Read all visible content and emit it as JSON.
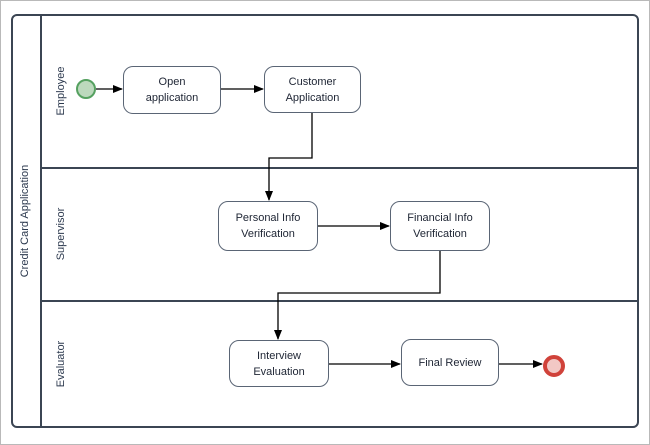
{
  "diagram": {
    "pool_title": "Credit Card Application",
    "lanes": [
      {
        "label": "Employee"
      },
      {
        "label": "Supervisor"
      },
      {
        "label": "Evaluator"
      }
    ],
    "tasks": {
      "open_application": "Open application",
      "customer_application": "Customer Application",
      "personal_info_verification": "Personal Info Verification",
      "financial_info_verification": "Financial Info Verification",
      "interview_evaluation": "Interview Evaluation",
      "final_review": "Final Review"
    },
    "events": {
      "start": "start-event",
      "end": "end-event"
    },
    "colors": {
      "pool_border": "#3b4553",
      "task_border": "#5a6575",
      "label_text": "#2d3a4f",
      "flow_line": "#000000",
      "start_event_fill": "#bcd9bd",
      "start_event_border": "#55a160",
      "end_event_fill": "#f2c8c5",
      "end_event_border": "#d0423a"
    }
  }
}
